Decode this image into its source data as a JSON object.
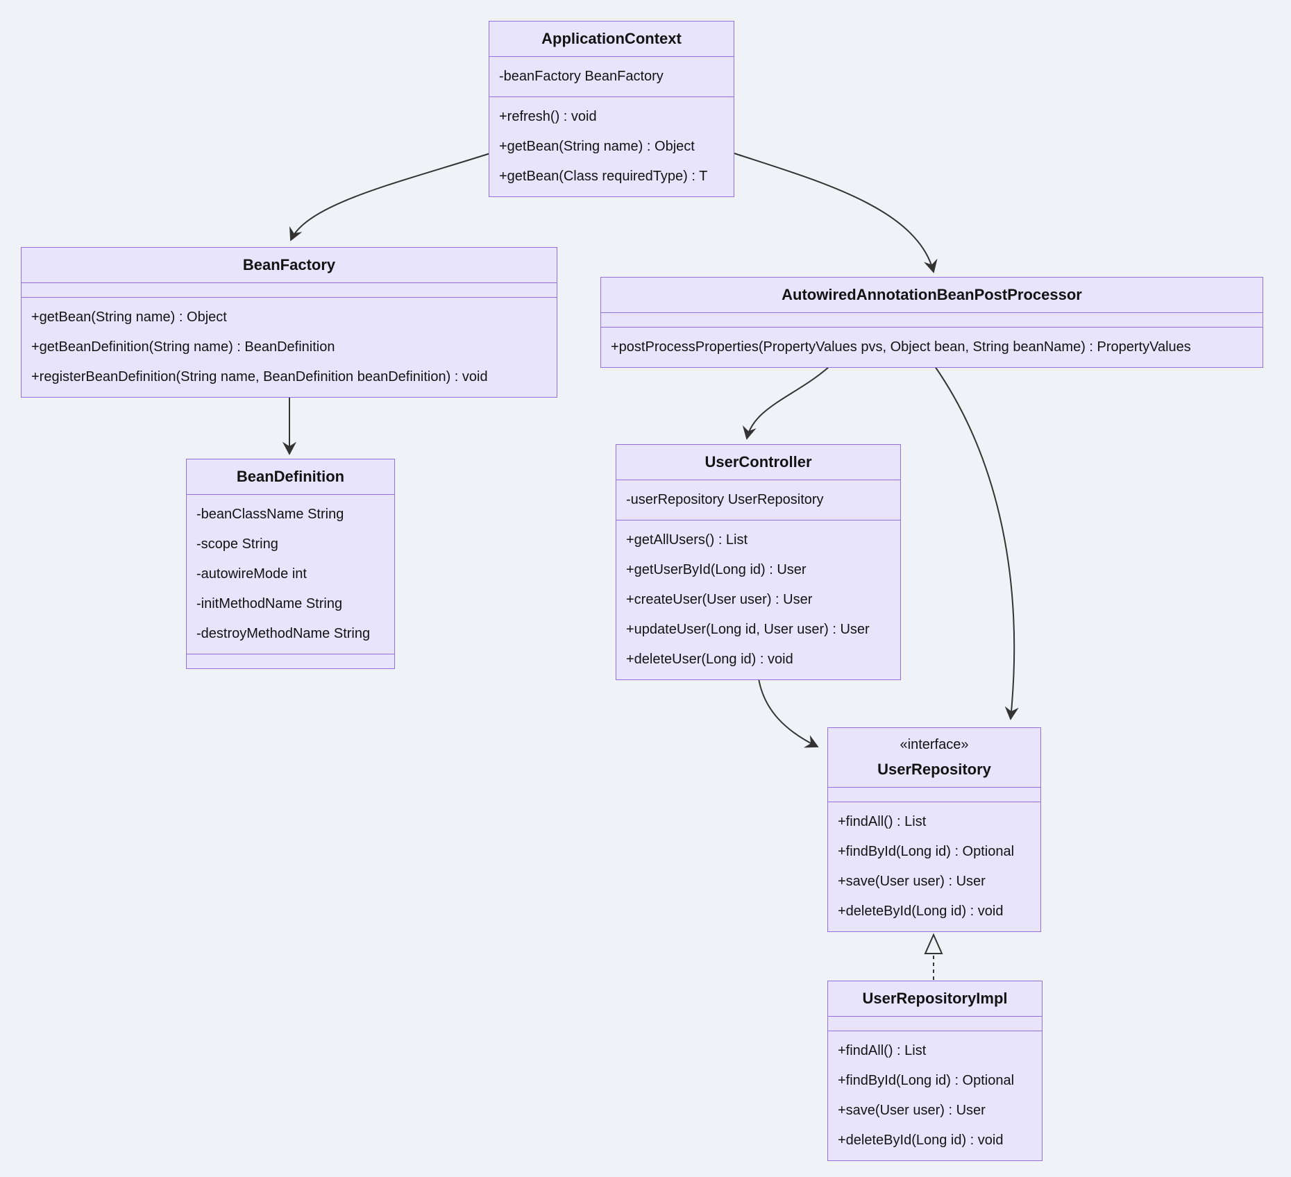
{
  "diagram": {
    "type": "uml-class-diagram",
    "colors": {
      "background": "#EFF2F7",
      "node_fill": "#E7E4FB",
      "node_border": "#9370DB",
      "edge_color": "#333333",
      "text_color": "#131313"
    },
    "classes": [
      {
        "id": "application-context",
        "stereotype": "",
        "name": "ApplicationContext",
        "attributes": [
          "-beanFactory BeanFactory"
        ],
        "methods": [
          "+refresh() : void",
          "+getBean(String name) : Object",
          "+getBean(Class requiredType) : T"
        ]
      },
      {
        "id": "bean-factory",
        "stereotype": "",
        "name": "BeanFactory",
        "attributes": [],
        "methods": [
          "+getBean(String name) : Object",
          "+getBeanDefinition(String name) : BeanDefinition",
          "+registerBeanDefinition(String name, BeanDefinition beanDefinition) : void"
        ]
      },
      {
        "id": "bean-definition",
        "stereotype": "",
        "name": "BeanDefinition",
        "attributes": [
          "-beanClassName String",
          "-scope String",
          "-autowireMode int",
          "-initMethodName String",
          "-destroyMethodName String"
        ],
        "methods": []
      },
      {
        "id": "autowired-annotation-bean-post-processor",
        "stereotype": "",
        "name": "AutowiredAnnotationBeanPostProcessor",
        "attributes": [],
        "methods": [
          "+postProcessProperties(PropertyValues pvs, Object bean, String beanName) : PropertyValues"
        ]
      },
      {
        "id": "user-controller",
        "stereotype": "",
        "name": "UserController",
        "attributes": [
          "-userRepository UserRepository"
        ],
        "methods": [
          "+getAllUsers() : List",
          "+getUserById(Long id) : User",
          "+createUser(User user) : User",
          "+updateUser(Long id, User user) : User",
          "+deleteUser(Long id) : void"
        ]
      },
      {
        "id": "user-repository",
        "stereotype": "«interface»",
        "name": "UserRepository",
        "attributes": [],
        "methods": [
          "+findAll() : List",
          "+findById(Long id) : Optional",
          "+save(User user) : User",
          "+deleteById(Long id) : void"
        ]
      },
      {
        "id": "user-repository-impl",
        "stereotype": "",
        "name": "UserRepositoryImpl",
        "attributes": [],
        "methods": [
          "+findAll() : List",
          "+findById(Long id) : Optional",
          "+save(User user) : User",
          "+deleteById(Long id) : void"
        ]
      }
    ],
    "relations": [
      {
        "from": "ApplicationContext",
        "to": "BeanFactory",
        "type": "association"
      },
      {
        "from": "ApplicationContext",
        "to": "AutowiredAnnotationBeanPostProcessor",
        "type": "association"
      },
      {
        "from": "BeanFactory",
        "to": "BeanDefinition",
        "type": "association"
      },
      {
        "from": "AutowiredAnnotationBeanPostProcessor",
        "to": "UserController",
        "type": "association"
      },
      {
        "from": "AutowiredAnnotationBeanPostProcessor",
        "to": "UserRepository",
        "type": "association"
      },
      {
        "from": "UserController",
        "to": "UserRepository",
        "type": "association"
      },
      {
        "from": "UserRepositoryImpl",
        "to": "UserRepository",
        "type": "realization"
      }
    ]
  }
}
